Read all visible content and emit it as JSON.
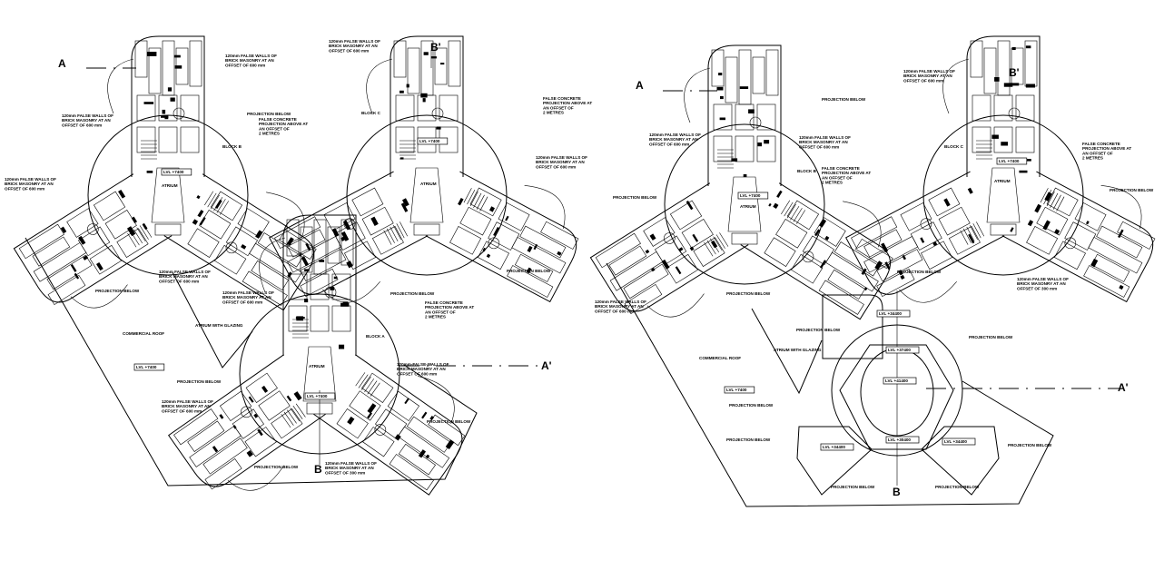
{
  "section_marks": {
    "left": {
      "a": "A",
      "b_prime": "B'",
      "a_prime": "A'",
      "b": "B"
    },
    "right": {
      "a": "A",
      "b_prime": "B'",
      "a_prime": "A'",
      "b": "B"
    }
  },
  "labels": [
    {
      "lines": [
        "120mm FALSE WALLS OF",
        "BRICK MASONRY AT AN",
        "OFFSET OF 600 mm"
      ]
    },
    {
      "lines": [
        "120mm FALSE WALLS OF",
        "BRICK MASONRY AT AN",
        "OFFSET OF 600 mm"
      ]
    },
    {
      "lines": [
        "PROJECTION BELOW"
      ]
    },
    {
      "lines": [
        "FALSE CONCRETE",
        "PROJECTION ABOVE AT",
        "AN OFFSET OF",
        "2 METRES"
      ]
    },
    {
      "lines": [
        "120mm FALSE WALLS OF",
        "BRICK MASONRY AT AN",
        "OFFSET OF 600 mm"
      ]
    },
    {
      "lines": [
        "120mm FALSE WALLS OF",
        "BRICK MASONRY AT AN",
        "OFFSET OF 600 mm"
      ]
    },
    {
      "lines": [
        "BLOCK B"
      ]
    },
    {
      "lines": [
        "BLOCK C"
      ]
    },
    {
      "lines": [
        "FALSE CONCRETE",
        "PROJECTION ABOVE AT",
        "AN OFFSET OF",
        "2 METRES"
      ]
    },
    {
      "lines": [
        "120mm FALSE WALLS OF",
        "BRICK MASONRY AT AN",
        "OFFSET OF 600 mm"
      ]
    },
    {
      "lines": [
        "PROJECTION BELOW"
      ]
    },
    {
      "lines": [
        "LVL +7400"
      ]
    },
    {
      "lines": [
        "ATRIUM"
      ]
    },
    {
      "lines": [
        "LVL +7400"
      ]
    },
    {
      "lines": [
        "ATRIUM"
      ]
    },
    {
      "lines": [
        "PROJECTION BELOW"
      ]
    },
    {
      "lines": [
        "120mm FALSE WALLS OF",
        "BRICK MASONRY AT AN",
        "OFFSET OF 600 mm"
      ]
    },
    {
      "lines": [
        "120mm FALSE WALLS OF",
        "BRICK MASONRY AT AN",
        "OFFSET OF 600 mm"
      ]
    },
    {
      "lines": [
        "PROJECTION BELOW"
      ]
    },
    {
      "lines": [
        "FALSE CONCRETE",
        "PROJECTION ABOVE AT",
        "AN OFFSET OF",
        "2 METRES"
      ]
    },
    {
      "lines": [
        "ATRIUM  WITH GLAZING"
      ]
    },
    {
      "lines": [
        "COMMERCIAL ROOF"
      ]
    },
    {
      "lines": [
        "BLOCK A"
      ]
    },
    {
      "lines": [
        "LVL +7400"
      ]
    },
    {
      "lines": [
        "120mm-FALSE-WALLS OF",
        "BRICK MASONRY AT AN",
        "OFFSET OF 600 mm"
      ]
    },
    {
      "lines": [
        "PROJECTION BELOW"
      ]
    },
    {
      "lines": [
        "ATRIUM"
      ]
    },
    {
      "lines": [
        "LVL +7400"
      ]
    },
    {
      "lines": [
        "120mm FALSE WALLS OF",
        "BRICK MASONRY AT AN",
        "OFFSET OF 600 mm"
      ]
    },
    {
      "lines": [
        "PROJECTION BELOW"
      ]
    },
    {
      "lines": [
        "PROJECTION BELOW"
      ]
    },
    {
      "lines": [
        "120mm FALSE WALLS OF",
        "BRICK MASONRY AT AN",
        "OFFSET OF 300 mm"
      ]
    },
    {
      "lines": [
        "PROJECTION BELOW"
      ]
    },
    {
      "lines": [
        "120mm FALSE WALLS OF",
        "BRICK MASONRY AT AN",
        "OFFSET OF 600 mm"
      ]
    },
    {
      "lines": [
        "120mm FALSE WALLS OF",
        "BRICK MASONRY AT AN",
        "OFFSET OF 600 mm"
      ]
    },
    {
      "lines": [
        "FALSE CONCRETE",
        "PROJECTION ABOVE AT",
        "AN OFFSET OF",
        "2 METRES"
      ]
    },
    {
      "lines": [
        "BLOCK B"
      ]
    },
    {
      "lines": [
        "PROJECTION BELOW"
      ]
    },
    {
      "lines": [
        "LVL +7400"
      ]
    },
    {
      "lines": [
        "ATRIUM"
      ]
    },
    {
      "lines": [
        "120mm FALSE WALLS OF",
        "BRICK MASONRY AT AN",
        "OFFSET OF 600 mm"
      ]
    },
    {
      "lines": [
        "BLOCK C"
      ]
    },
    {
      "lines": [
        "FALSE CONCRETE",
        "PROJECTION ABOVE AT",
        "AN OFFSET OF",
        "2 METRES"
      ]
    },
    {
      "lines": [
        "LVL +7400"
      ]
    },
    {
      "lines": [
        "ATRIUM"
      ]
    },
    {
      "lines": [
        "PROJECTION BELOW"
      ]
    },
    {
      "lines": [
        "PROJECTION BELOW"
      ]
    },
    {
      "lines": [
        "120mm FALSE WALLS OF",
        "BRICK MASONRY AT AN",
        "OFFSET OF 300 mm"
      ]
    },
    {
      "lines": [
        "120mm FALSE WALLS OF",
        "BRICK MASONRY AT AN",
        "OFFSET OF 600 mm"
      ]
    },
    {
      "lines": [
        "PROJECTION BELOW"
      ]
    },
    {
      "lines": [
        "LVL +34400"
      ]
    },
    {
      "lines": [
        "PROJECTION BELOW"
      ]
    },
    {
      "lines": [
        "PROJECTION BELOW"
      ]
    },
    {
      "lines": [
        "LVL +37400"
      ]
    },
    {
      "lines": [
        "ATRIUM  WITH GLAZING"
      ]
    },
    {
      "lines": [
        "COMMERCIAL ROOF"
      ]
    },
    {
      "lines": [
        "LVL +41400"
      ]
    },
    {
      "lines": [
        "LVL +7400"
      ]
    },
    {
      "lines": [
        "PROJECTION BELOW"
      ]
    },
    {
      "lines": [
        "PROJECTION BELOW"
      ]
    },
    {
      "lines": [
        "LVL +34400"
      ]
    },
    {
      "lines": [
        "LVL +30400"
      ]
    },
    {
      "lines": [
        "LVL +34400"
      ]
    },
    {
      "lines": [
        "PROJECTION BELOW"
      ]
    },
    {
      "lines": [
        "PROJECTION BELOW"
      ]
    },
    {
      "lines": [
        "PROJECTION BELOW"
      ]
    }
  ]
}
